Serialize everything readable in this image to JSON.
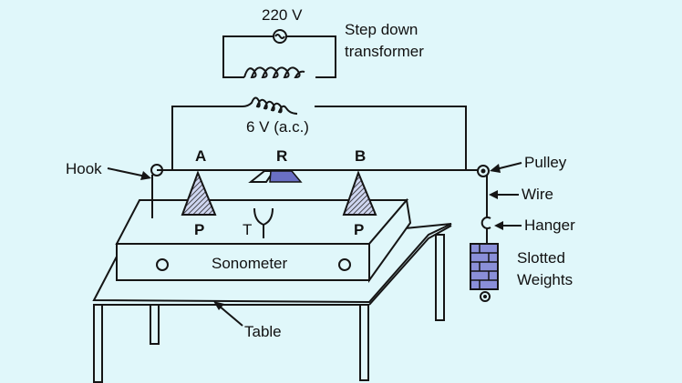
{
  "labels": {
    "source_voltage": "220 V",
    "transformer_line1": "Step down",
    "transformer_line2": "transformer",
    "secondary_voltage": "6 V (a.c.)",
    "bridge_a": "A",
    "rider": "R",
    "bridge_b": "B",
    "hook": "Hook",
    "pulley": "Pulley",
    "wire": "Wire",
    "hanger": "Hanger",
    "weights_line1": "Slotted",
    "weights_line2": "Weights",
    "bridge_p_left": "P",
    "bridge_p_right": "P",
    "tuning_fork": "T",
    "sonometer": "Sonometer",
    "table": "Table"
  },
  "colors": {
    "background": "#e0f7fa",
    "line": "#151515",
    "rider": "#6a6fc4",
    "weights": "#8a8fd8"
  }
}
